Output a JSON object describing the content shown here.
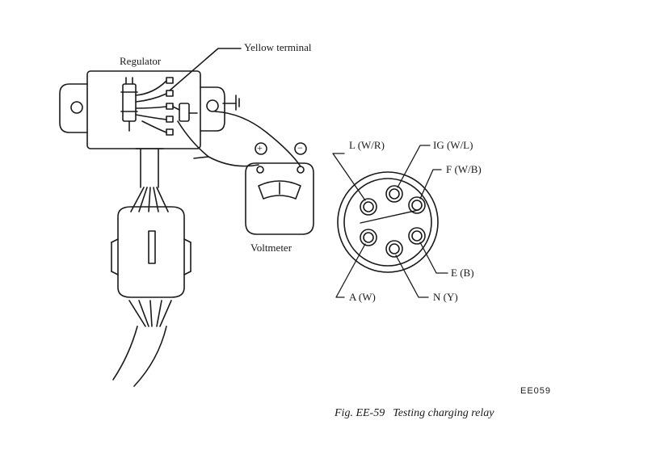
{
  "labels": {
    "regulator": "Regulator",
    "yellow_terminal": "Yellow terminal",
    "voltmeter": "Voltmeter",
    "plus": "+",
    "minus": "−"
  },
  "terminals": {
    "L": "L (W/R)",
    "IG": "IG (W/L)",
    "F": "F (W/B)",
    "E": "E (B)",
    "N": "N (Y)",
    "A": "A (W)"
  },
  "figure": {
    "code": "EE059",
    "number": "Fig. EE-59",
    "title": "Testing charging relay"
  }
}
